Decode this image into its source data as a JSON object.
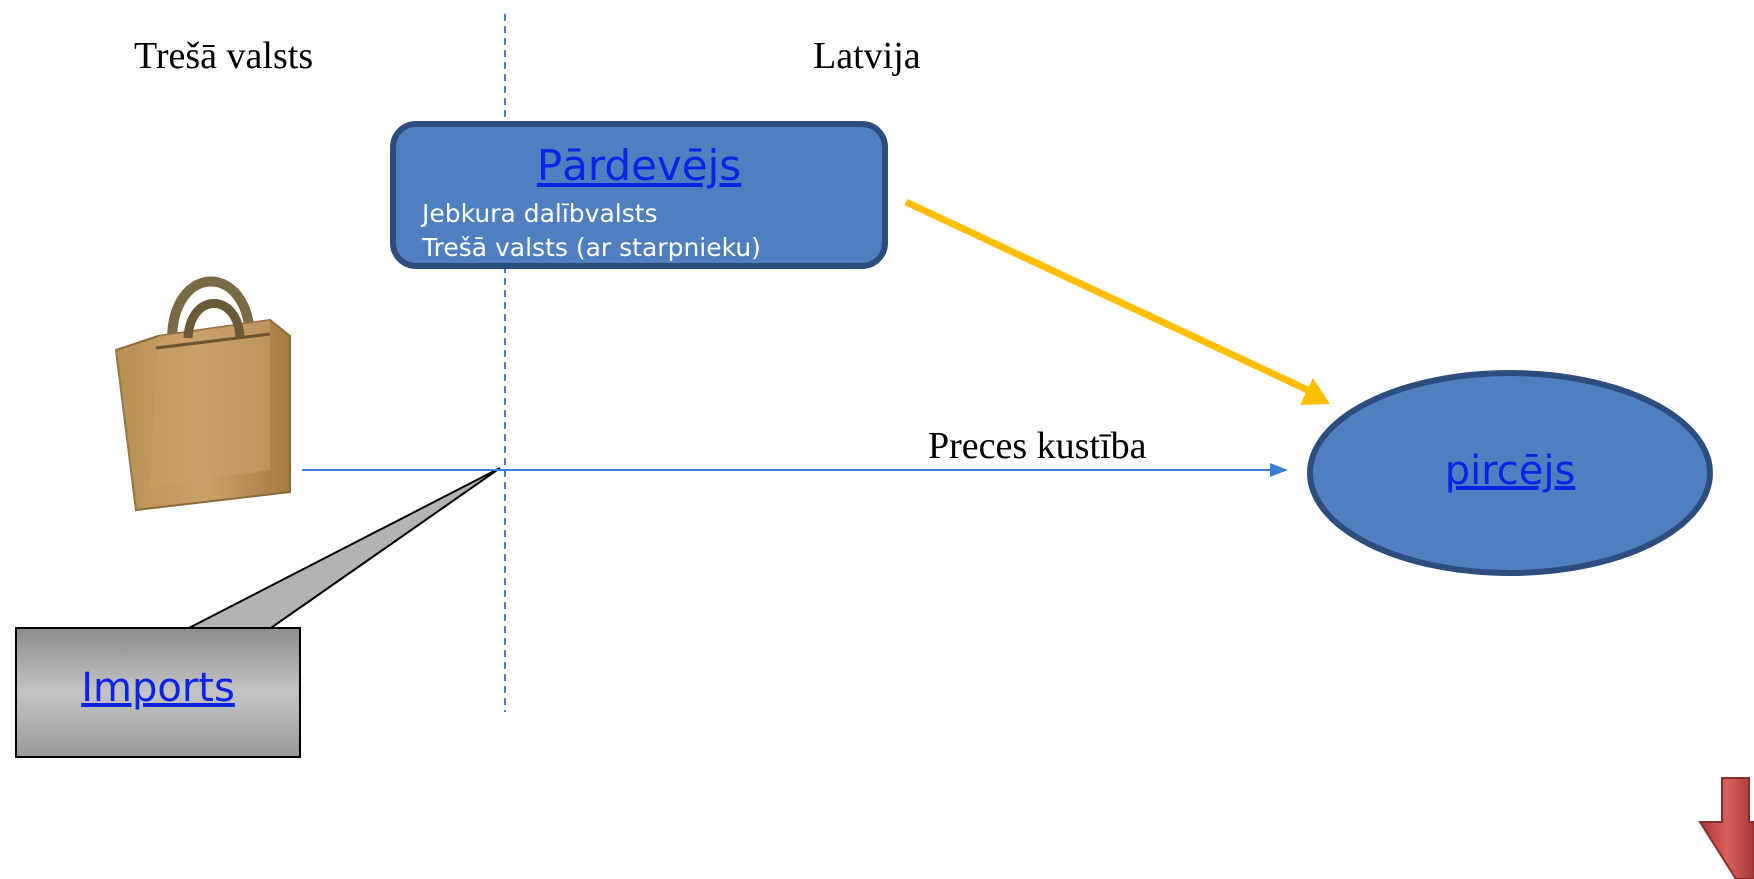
{
  "diagram": {
    "regions": {
      "third_country": "Trešā valsts",
      "latvia": "Latvija"
    },
    "seller": {
      "title": "Pārdevējs",
      "lines": [
        "Jebkura dalībvalsts",
        "Trešā valsts (ar starpnieku)"
      ]
    },
    "goods_flow_label": "Preces kustība",
    "buyer": "pircējs",
    "callout": "Imports",
    "colors": {
      "seller_fill": "#4f7fbf",
      "seller_border": "#2d4d7e",
      "buyer_fill": "#4f7fbf",
      "buyer_border": "#2d4d7e",
      "seller_arrow": "#ffbf00",
      "flow_arrow": "#3c7fd6",
      "border_line": "#3c7fd6",
      "callout_fill": "#a6a6a6",
      "next_arrow": "#c0504d",
      "link_text": "#0b23e6"
    },
    "icons": [
      "shopping-bag-icon",
      "down-arrow-icon"
    ]
  }
}
